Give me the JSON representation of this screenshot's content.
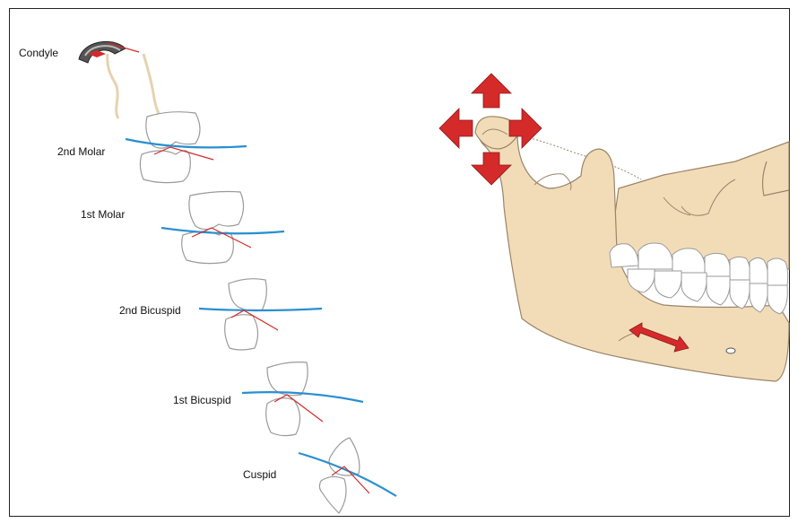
{
  "labels": {
    "condyle": "Condyle",
    "molar2": "2nd Molar",
    "molar1": "1st Molar",
    "bicuspid2": "2nd Bicuspid",
    "bicuspid1": "1st Bicuspid",
    "cuspid": "Cuspid"
  },
  "colors": {
    "occlusal_line": "#2a8fd0",
    "guidance_line": "#d42a2a",
    "arrow": "#d42a2a",
    "bone": "#f2dcb8",
    "bone_outline": "#9b8468",
    "tooth_outline": "#9a9a9a"
  }
}
